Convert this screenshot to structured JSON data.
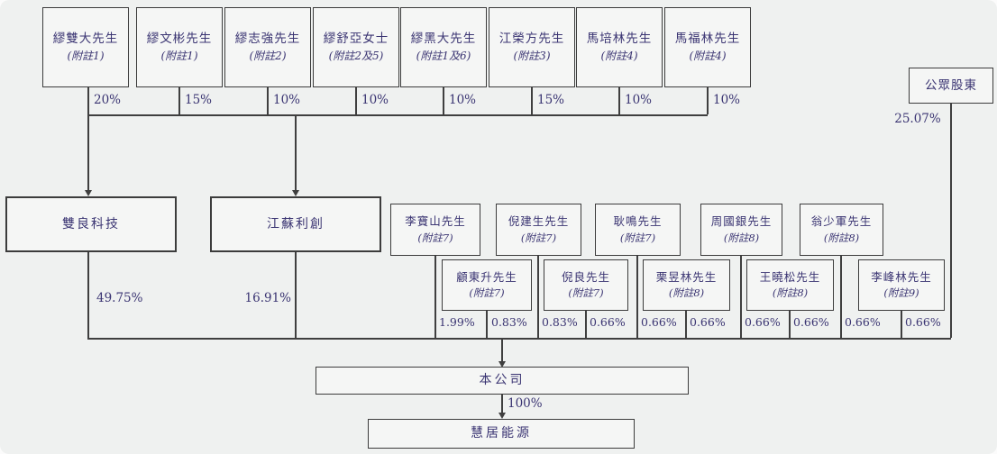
{
  "top_shareholders": [
    {
      "name": "繆雙大先生",
      "note": "(附註1)",
      "pct": "20%"
    },
    {
      "name": "繆文彬先生",
      "note": "(附註1)",
      "pct": "15%"
    },
    {
      "name": "繆志強先生",
      "note": "(附註2)",
      "pct": "10%"
    },
    {
      "name": "繆舒亞女士",
      "note": "(附註2及5)",
      "pct": "10%"
    },
    {
      "name": "繆黑大先生",
      "note": "(附註1及6)",
      "pct": "10%"
    },
    {
      "name": "江榮方先生",
      "note": "(附註3)",
      "pct": "15%"
    },
    {
      "name": "馬培林先生",
      "note": "(附註4)",
      "pct": "10%"
    },
    {
      "name": "馬福林先生",
      "note": "(附註4)",
      "pct": "10%"
    }
  ],
  "public_shareholders": {
    "name": "公眾股東",
    "pct": "25.07%"
  },
  "holdcos": [
    {
      "name": "雙良科技",
      "pct": "49.75%"
    },
    {
      "name": "江蘇利創",
      "pct": "16.91%"
    }
  ],
  "individual_upper": [
    {
      "name": "李寶山先生",
      "note": "(附註7)",
      "pct": "1.99%"
    },
    {
      "name": "倪建生先生",
      "note": "(附註7)",
      "pct": "0.83%"
    },
    {
      "name": "耿鳴先生",
      "note": "(附註7)",
      "pct": "0.66%"
    },
    {
      "name": "周國銀先生",
      "note": "(附註8)",
      "pct": "0.66%"
    },
    {
      "name": "翁少軍先生",
      "note": "(附註8)",
      "pct": "0.66%"
    }
  ],
  "individual_lower": [
    {
      "name": "顧東升先生",
      "note": "(附註7)",
      "pct": "0.83%"
    },
    {
      "name": "倪良先生",
      "note": "(附註7)",
      "pct": "0.66%"
    },
    {
      "name": "栗昱林先生",
      "note": "(附註8)",
      "pct": "0.66%"
    },
    {
      "name": "王曉松先生",
      "note": "(附註8)",
      "pct": "0.66%"
    },
    {
      "name": "李峰林先生",
      "note": "(附註9)",
      "pct": "0.66%"
    }
  ],
  "company": {
    "name": "本公司"
  },
  "subsidiary": {
    "name": "慧居能源",
    "pct": "100%"
  }
}
